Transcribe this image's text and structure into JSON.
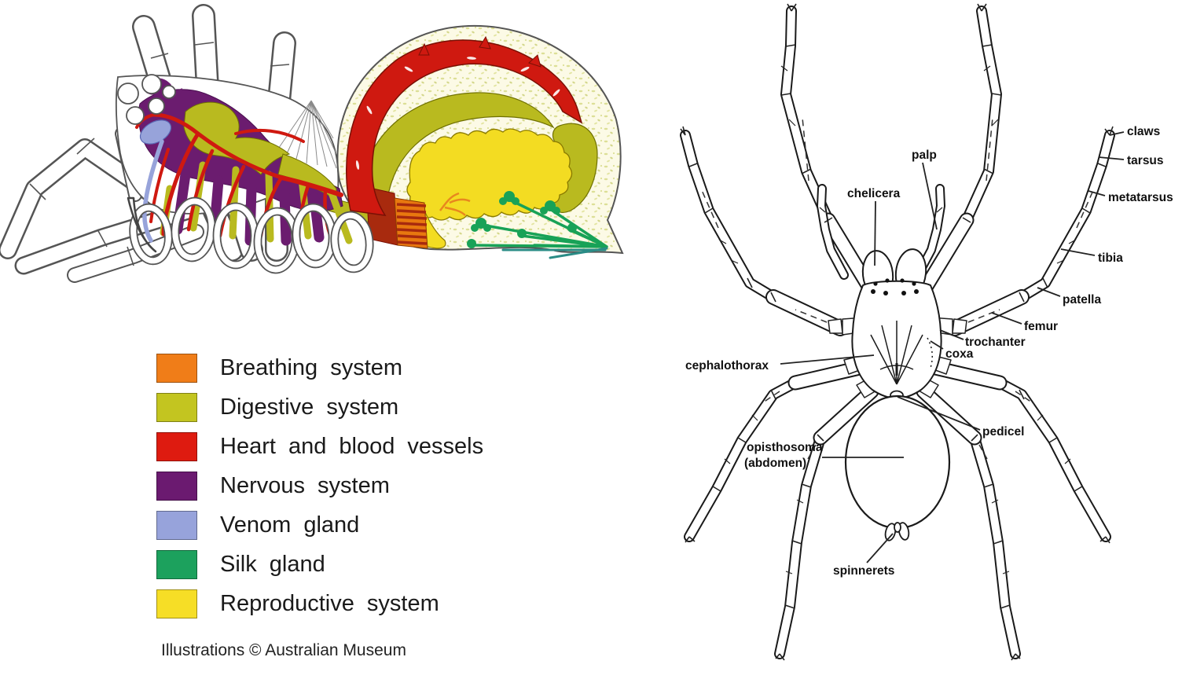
{
  "left_panel": {
    "legend": {
      "items": [
        {
          "label": "Breathing system",
          "color": "#F07D18"
        },
        {
          "label": "Digestive system",
          "color": "#C3C520"
        },
        {
          "label": "Heart and blood vessels",
          "color": "#DE1B10"
        },
        {
          "label": "Nervous system",
          "color": "#6B1A70"
        },
        {
          "label": "Venom gland",
          "color": "#97A3DB"
        },
        {
          "label": "Silk gland",
          "color": "#1CA15D"
        },
        {
          "label": "Reproductive system",
          "color": "#F6DE26"
        }
      ]
    },
    "caption": "Illustrations © Australian Museum"
  },
  "right_panel": {
    "labels": {
      "palp": "palp",
      "chelicera": "chelicera",
      "claws": "claws",
      "tarsus": "tarsus",
      "metatarsus": "metatarsus",
      "tibia": "tibia",
      "patella": "patella",
      "femur": "femur",
      "trochanter": "trochanter",
      "coxa": "coxa",
      "cephalothorax": "cephalothorax",
      "pedicel": "pedicel",
      "opisthosoma_line1": "opisthosoma",
      "opisthosoma_line2": "(abdomen)",
      "spinnerets": "spinnerets"
    }
  }
}
